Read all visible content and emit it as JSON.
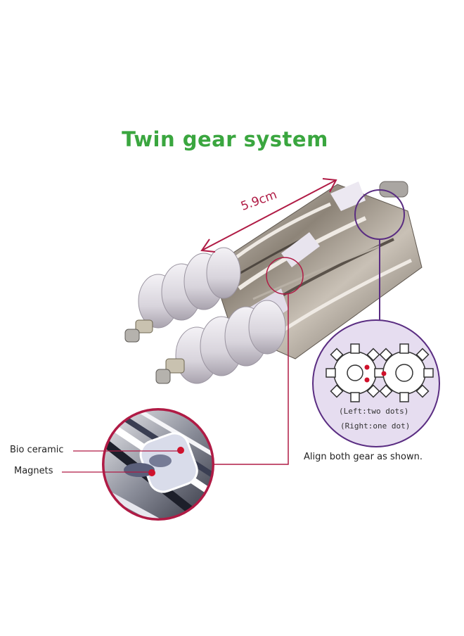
{
  "title": "Twin gear system",
  "dimension_label": "5.9cm",
  "callouts": {
    "bio_ceramic": "Bio ceramic",
    "magnets": "Magnets"
  },
  "gear_alignment": {
    "left_note": "(Left:two dots)",
    "right_note": "(Right:one dot)",
    "instruction": "Align both gear as shown."
  },
  "colors": {
    "title_green": "#3aa63f",
    "callout_red": "#b01b45",
    "gear_purple": "#5a2d82",
    "gear_circle_fill": "#e6ddf0"
  }
}
